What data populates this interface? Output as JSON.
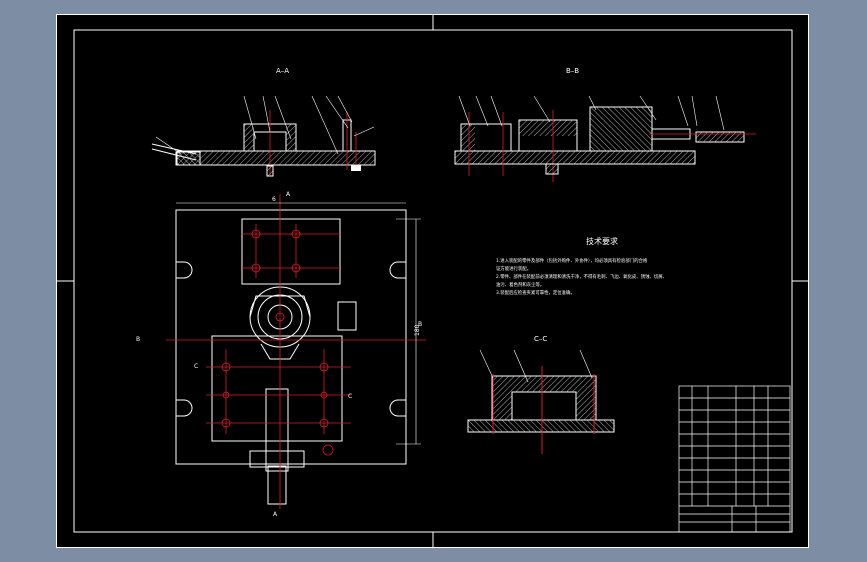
{
  "views": {
    "section_aa": "A–A",
    "section_bb": "B–B",
    "section_cc": "C–C"
  },
  "tech_req": {
    "title": "技术要求",
    "lines": [
      "1.进入装配的零件及部件（包括外购件、外协件），均必须具有检验部门的合格",
      "证方能进行装配。",
      "2.零件、部件在装配前必须清理和清洗干净，不得有毛刺、飞边、氧化皮、锈蚀、切屑、",
      "油污、着色剂和灰尘等。",
      "3.装配后应检查夹紧可靠性，定位准确。"
    ]
  },
  "marks": {
    "b_left": "B",
    "b_right": "B",
    "a_top": "A",
    "a_bottom": "A",
    "c_left": "C",
    "c_right": "C",
    "dim_h": "6",
    "dim_v": "180"
  },
  "colors": {
    "background": "#000000",
    "outline": "#ffffff",
    "centerline": "#e0182a",
    "hatch": "#dcdcdc",
    "window": "#7d8ea4"
  }
}
